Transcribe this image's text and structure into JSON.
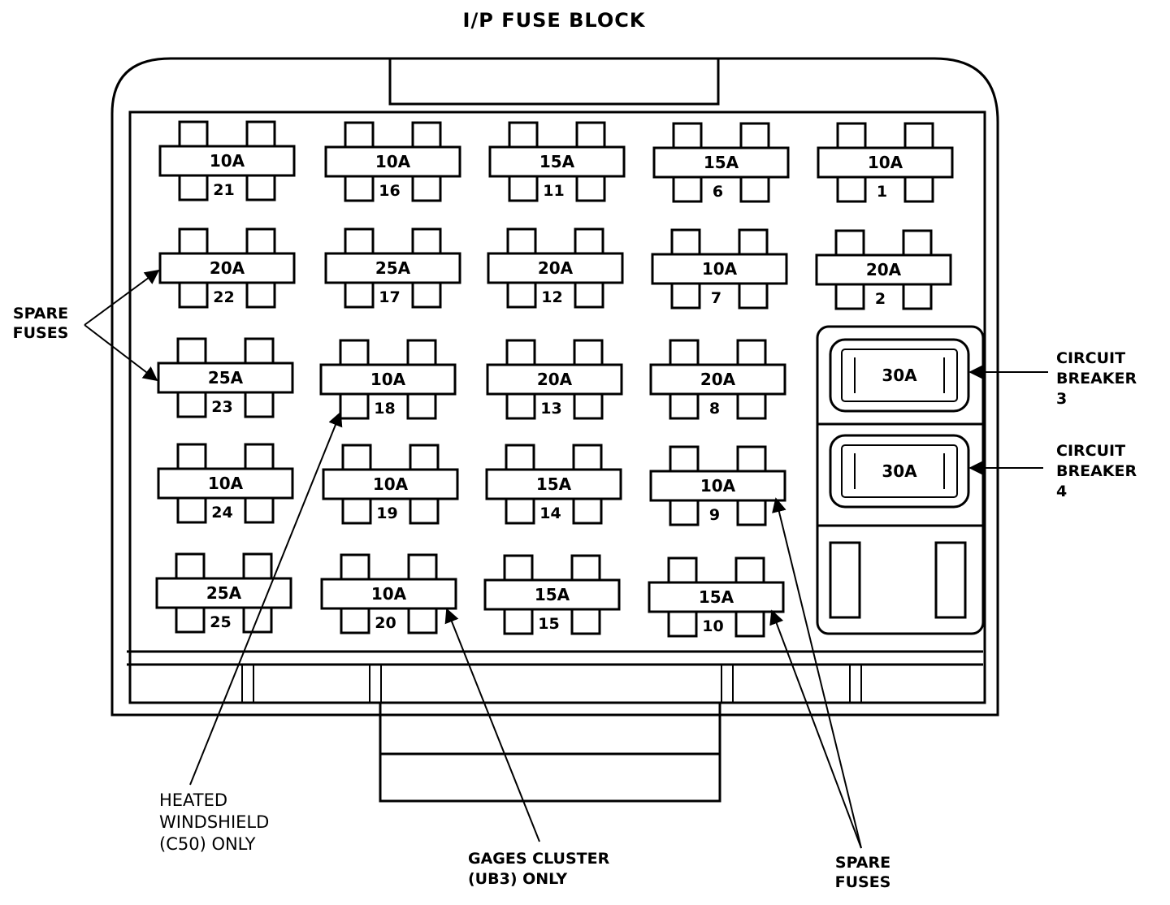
{
  "title": "I/P FUSE BLOCK",
  "fuses": [
    {
      "number": "21",
      "rating": "10A"
    },
    {
      "number": "16",
      "rating": "10A"
    },
    {
      "number": "11",
      "rating": "15A"
    },
    {
      "number": "6",
      "rating": "15A"
    },
    {
      "number": "1",
      "rating": "10A"
    },
    {
      "number": "22",
      "rating": "20A"
    },
    {
      "number": "17",
      "rating": "25A"
    },
    {
      "number": "12",
      "rating": "20A"
    },
    {
      "number": "7",
      "rating": "10A"
    },
    {
      "number": "2",
      "rating": "20A"
    },
    {
      "number": "23",
      "rating": "25A"
    },
    {
      "number": "18",
      "rating": "10A"
    },
    {
      "number": "13",
      "rating": "20A"
    },
    {
      "number": "8",
      "rating": "20A"
    },
    {
      "number": "24",
      "rating": "10A"
    },
    {
      "number": "19",
      "rating": "10A"
    },
    {
      "number": "14",
      "rating": "15A"
    },
    {
      "number": "9",
      "rating": "10A"
    },
    {
      "number": "25",
      "rating": "25A"
    },
    {
      "number": "20",
      "rating": "10A"
    },
    {
      "number": "15",
      "rating": "15A"
    },
    {
      "number": "10",
      "rating": "15A"
    }
  ],
  "circuit_breakers": [
    {
      "rating": "30A",
      "label": [
        "CIRCUIT",
        "BREAKER",
        "3"
      ]
    },
    {
      "rating": "30A",
      "label": [
        "CIRCUIT",
        "BREAKER",
        "4"
      ]
    }
  ],
  "annotations": {
    "spare_fuses_left": [
      "SPARE",
      "FUSES"
    ],
    "heated_windshield": [
      "HEATED",
      "WINDSHIELD",
      "(C50) ONLY"
    ],
    "gages_cluster": [
      "GAGES CLUSTER",
      "(UB3)  ONLY"
    ],
    "spare_fuses_bottom": [
      "SPARE",
      "FUSES"
    ]
  }
}
